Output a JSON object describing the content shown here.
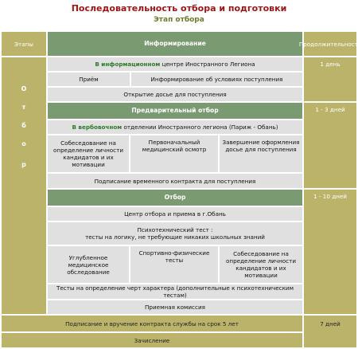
{
  "title": "Последовательность отбора и подготовки",
  "subtitle": "Этап отбора",
  "headers": {
    "stages": "Этапы",
    "info": "Информирование",
    "duration": "Продолжительность"
  },
  "stage_label": "О т б о р",
  "stage_chars": [
    "О",
    "т",
    "б",
    "о",
    "р"
  ],
  "info_block": {
    "row1_hl": "В информационном",
    "row1_rest": " центре Иностранного Легиона",
    "reception": "Приём",
    "conditions": "Информирование об условиях поступления",
    "dossier": "Открытие досье для поступления",
    "duration": "1 день"
  },
  "preliminary": {
    "header": "Предварительный отбор",
    "row1_hl": "В вербовочном",
    "row1_rest": " отделении Иностранного легиона (Париж - Обань)",
    "interview": "Собеседование на определение личности кандидатов и их мотивации",
    "medical": "Первоначальный медицинский осмотр",
    "dossier_end": "Завершение оформления досье для поступления",
    "contract": "Подписание временного контракта для поступления",
    "duration": "1 - 3 дней"
  },
  "selection": {
    "header": "Отбор",
    "center": "Центр отбора и приема в г.Обань",
    "psych_line1": "Психотехнический тест :",
    "psych_line2": "тесты на логику, не требующие никаких школьных знаний",
    "deep_medical": "Углубленное медицинское обследование",
    "sport": "Спортивно-физические тесты",
    "interview": "Собеседование на определение личности кандидатов и их мотивации",
    "character": "Тесты на определение черт характера (дополнительные к психотехническим тестам)",
    "commission": "Приемная комиссия",
    "duration": "1 - 10 дней"
  },
  "final": {
    "contract": "Подписание и вручение контракта службы на срок 5 лет",
    "enroll": "Зачисление",
    "duration": "7 дней"
  },
  "colors": {
    "green": "#7a9a72",
    "olive": "#bbb36a",
    "gray": "#e0e0e0",
    "title_red": "#9a1515"
  }
}
